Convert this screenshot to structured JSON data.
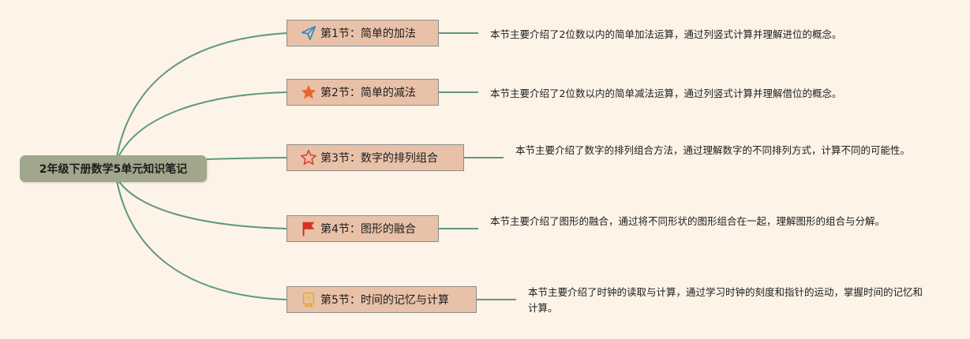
{
  "root": {
    "label": "2年级下册数学5单元知识笔记"
  },
  "sections": [
    {
      "title": "第1节：简单的加法",
      "icon": "paper-plane-icon",
      "description": "本节主要介绍了2位数以内的简单加法运算，通过列竖式计算并理解进位的概念。"
    },
    {
      "title": "第2节：简单的减法",
      "icon": "star-filled-icon",
      "description": "本节主要介绍了2位数以内的简单减法运算，通过列竖式计算并理解借位的概念。"
    },
    {
      "title": "第3节：数字的排列组合",
      "icon": "star-outline-icon",
      "description": "本节主要介绍了数字的排列组合方法，通过理解数字的不同排列方式，计算不同的可能性。"
    },
    {
      "title": "第4节：图形的融合",
      "icon": "flag-icon",
      "description": "本节主要介绍了图形的融合，通过将不同形状的图形组合在一起，理解图形的组合与分解。"
    },
    {
      "title": "第5节：时间的记忆与计算",
      "icon": "medal-icon",
      "description": "本节主要介绍了时钟的读取与计算，通过学习时钟的刻度和指针的运动，掌握时间的记忆和计算。"
    }
  ],
  "colors": {
    "background": "#fdf3e7",
    "root_fill": "#a0a78c",
    "node_fill": "#e8c1a8",
    "connector": "#5e9880"
  }
}
